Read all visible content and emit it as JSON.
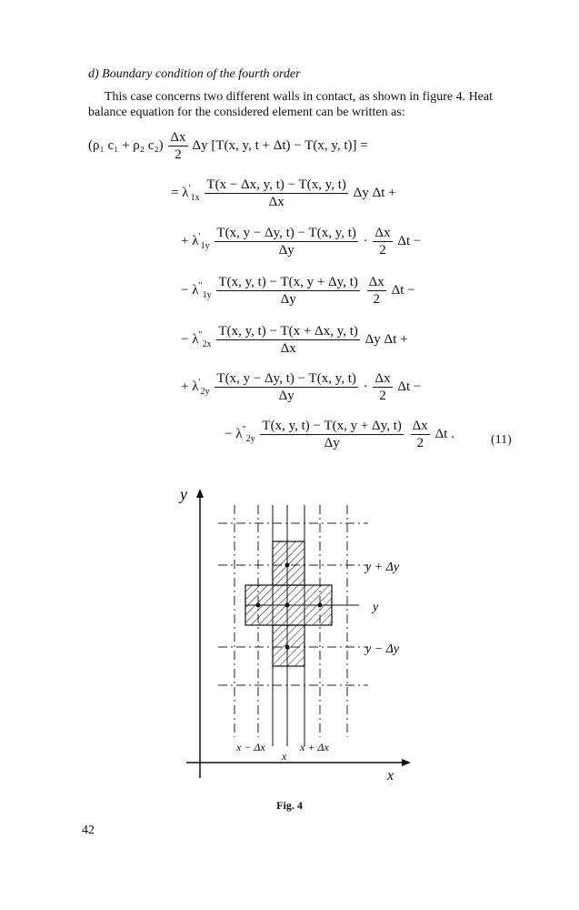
{
  "heading": {
    "label": "d)",
    "title": "Boundary condition of the fourth order"
  },
  "paragraph": "This case concerns two different walls in contact, as shown in figure 4. Heat balance equation for the considered element can be written as:",
  "equation": {
    "number": "(11)",
    "lhs": {
      "coef": "(ρ₁ c₁ + ρ₂ c₂)",
      "frac_num": "Δx",
      "frac_den": "2",
      "rest": "Δy [T(x, y, t + Δt) − T(x, y, t)] ="
    },
    "terms": [
      {
        "prefix": "= λ",
        "sub": "1x",
        "sup": "′",
        "num": "T(x − Δx, y, t) − T(x, y, t)",
        "den": "Δx",
        "post": "Δy Δt +"
      },
      {
        "prefix": "+ λ",
        "sub": "1y",
        "sup": "′",
        "num": "T(x, y − Δy, t) − T(x, y, t)",
        "den": "Δy",
        "post2num": "Δx",
        "post2den": "2",
        "post": "Δt −",
        "dot": "·"
      },
      {
        "prefix": "− λ",
        "sub": "1y",
        "sup": "″",
        "num": "T(x, y, t) − T(x, y + Δy, t)",
        "den": "Δy",
        "post2num": "Δx",
        "post2den": "2",
        "post": "Δt −",
        "dot": ""
      },
      {
        "prefix": "− λ",
        "sub": "2x",
        "sup": "″",
        "num": "T(x, y, t) − T(x + Δx, y, t)",
        "den": "Δx",
        "post": "Δy Δt +"
      },
      {
        "prefix": "+ λ",
        "sub": "2y",
        "sup": "′",
        "num": "T(x, y − Δy, t) − T(x, y, t)",
        "den": "Δy",
        "post2num": "Δx",
        "post2den": "2",
        "post": "Δt −",
        "dot": "·"
      },
      {
        "prefix": "− λ",
        "sub": "2y",
        "sup": "″",
        "num": "T(x, y, t) − T(x, y + Δy, t)",
        "den": "Δy",
        "post2num": "Δx",
        "post2den": "2",
        "post": "Δt .",
        "dot": ""
      }
    ]
  },
  "figure": {
    "axis_y": "y",
    "axis_x": "x",
    "label_y_plus": "y + Δy",
    "label_y": "y",
    "label_y_minus": "y − Δy",
    "label_x_minus": "x − Δx",
    "label_x": "x",
    "label_x_plus": "x + Δx",
    "caption": "Fig. 4"
  },
  "page_number": "42"
}
